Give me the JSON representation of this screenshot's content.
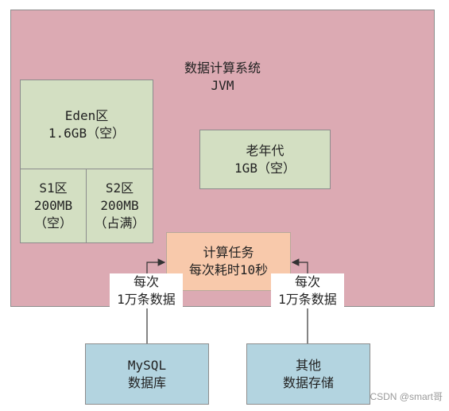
{
  "jvm": {
    "title_line1": "数据计算系统",
    "title_line2": "JVM"
  },
  "eden": {
    "line1": "Eden区",
    "line2": "1.6GB（空）"
  },
  "s1": {
    "line1": "S1区",
    "line2": "200MB",
    "line3": "（空）"
  },
  "s2": {
    "line1": "S2区",
    "line2": "200MB",
    "line3": "（占满）"
  },
  "old_gen": {
    "line1": "老年代",
    "line2": "1GB（空）"
  },
  "task": {
    "line1": "计算任务",
    "line2": "每次耗时10秒"
  },
  "arrow_left": {
    "line1": "每次",
    "line2": "1万条数据"
  },
  "arrow_right": {
    "line1": "每次",
    "line2": "1万条数据"
  },
  "mysql": {
    "line1": "MySQL",
    "line2": "数据库"
  },
  "other_storage": {
    "line1": "其他",
    "line2": "数据存储"
  },
  "watermark": "CSDN @smart哥",
  "colors": {
    "jvm_bg": "#dcaab3",
    "memory_region_bg": "#d3dfc2",
    "task_bg": "#f8c9ab",
    "source_bg": "#b3d4e0"
  }
}
